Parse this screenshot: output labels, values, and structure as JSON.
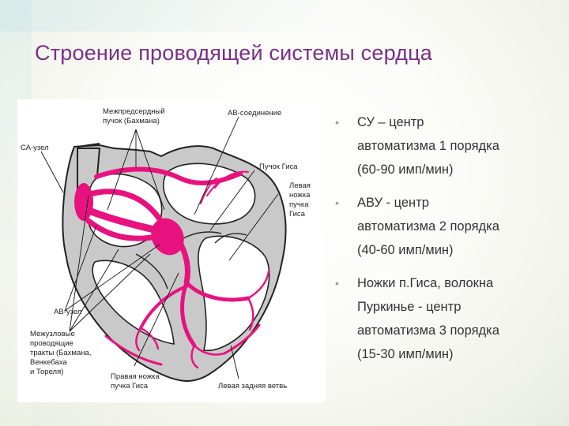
{
  "title": "Строение проводящей системы сердца",
  "diagram": {
    "labels": {
      "sa_node": "СА-узел",
      "interatrial_1": "Межпредсердный",
      "interatrial_2": "пучок (Бахмана)",
      "av_junction": "АВ-соединение",
      "his_bundle": "Пучок Гиса",
      "left_leg_1": "Левая",
      "left_leg_2": "ножка",
      "left_leg_3": "пучка",
      "left_leg_4": "Гиса",
      "av_node": "АВ-узел",
      "internodal_1": "Межузловые",
      "internodal_2": "проводящие",
      "internodal_3": "тракты (Бахмана,",
      "internodal_4": "Венкебаха",
      "internodal_5": "и Тореля)",
      "right_leg_1": "Правая ножка",
      "right_leg_2": "пучка Гиса",
      "left_post_branch": "Левая задняя ветвь"
    },
    "colors": {
      "conduction": "#e8127f",
      "tissue": "#c9c9c9",
      "outline": "#222222"
    }
  },
  "bullets": [
    {
      "lines": [
        "СУ – центр",
        "автоматизма 1 порядка",
        "(60-90 имп/мин)"
      ]
    },
    {
      "lines": [
        "АВУ - центр",
        "автоматизма 2 порядка",
        "(40-60 имп/мин)"
      ]
    },
    {
      "lines": [
        "Ножки п.Гиса, волокна",
        "Пуркинье - центр",
        "автоматизма 3 порядка",
        "(15-30 имп/мин)"
      ]
    }
  ],
  "colors": {
    "title": "#7a2f86",
    "bullet_text": "#333333"
  }
}
